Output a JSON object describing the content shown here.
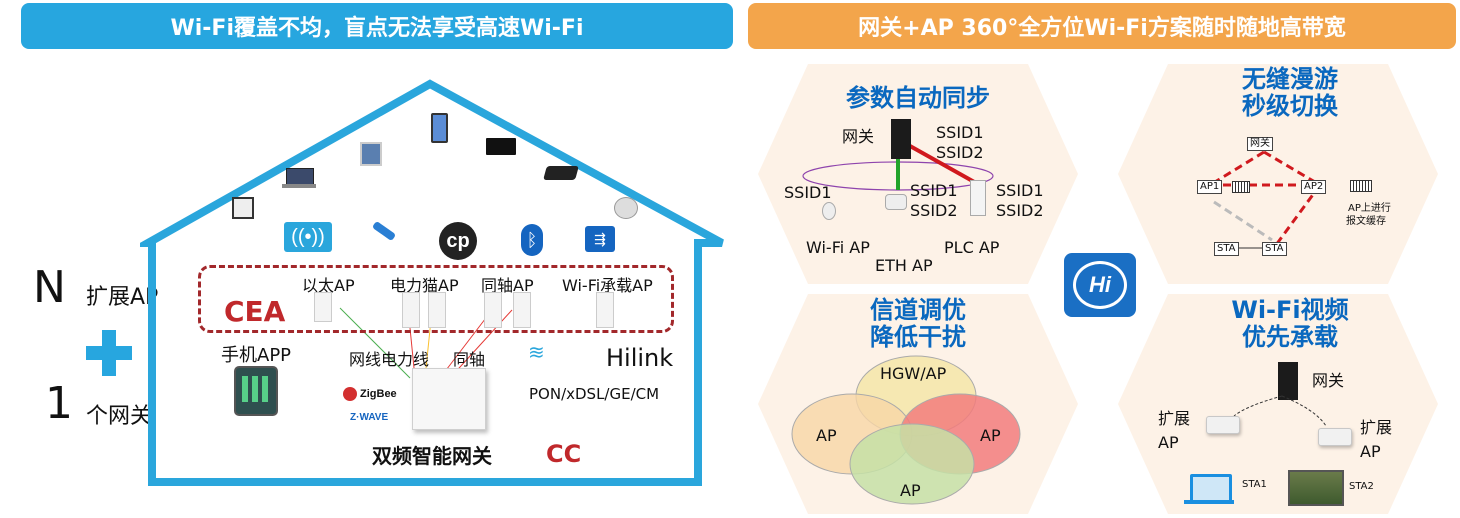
{
  "left_banner": {
    "title": "Wi-Fi覆盖不均，盲点无法享受高速Wi-Fi"
  },
  "right_banner": {
    "title": "网关+AP 360°全方位Wi-Fi方案随时随地高带宽"
  },
  "left_side": {
    "n_letter": "N",
    "n_text": "扩展AP",
    "one_letter": "1",
    "one_text": "个网关"
  },
  "house": {
    "cea_label": "CEA",
    "cc_label": "CC",
    "ap_labels": [
      "以太AP",
      "电力猫AP",
      "同轴AP",
      "Wi-Fi承载AP"
    ],
    "app_label": "手机APP",
    "wire_label": "网线电力线",
    "coax_label": "同轴",
    "hilink_label": "Hilink",
    "uplink_label": "PON/xDSL/GE/CM",
    "gateway_label": "双频智能网关",
    "zigbee": "ZigBee",
    "zwave": "Z·WAVE"
  },
  "panel_sync": {
    "title": "参数自动同步",
    "gateway": "网关",
    "ssid1": "SSID1",
    "ssid2": "SSID2",
    "ssid1_left": "SSID1",
    "eth_ssid1": "SSID1",
    "eth_ssid2": "SSID2",
    "plc_ssid1": "SSID1",
    "plc_ssid2": "SSID2",
    "wifi_ap": "Wi-Fi AP",
    "eth_ap": "ETH AP",
    "plc_ap": "PLC AP"
  },
  "panel_roam": {
    "title_line1": "无缝漫游",
    "title_line2": "秒级切换",
    "gateway": "网关",
    "ap1": "AP1",
    "ap2": "AP2",
    "note_line1": "AP上进行",
    "note_line2": "报文缓存",
    "sta_from": "STA",
    "sta_to": "STA"
  },
  "panel_channel": {
    "title_line1": "信道调优",
    "title_line2": "降低干扰",
    "hgw": "HGW/AP",
    "ap_left": "AP",
    "ap_right": "AP",
    "ap_bottom": "AP"
  },
  "panel_video": {
    "title_line1": "Wi-Fi视频",
    "title_line2": "优先承载",
    "gateway": "网关",
    "ext_left_1": "扩展",
    "ext_left_2": "AP",
    "ext_right_1": "扩展",
    "ext_right_2": "AP",
    "sta1": "STA1",
    "sta2": "STA2"
  },
  "center_logo": {
    "text": "Hi"
  },
  "colors": {
    "banner_blue": "#27a6df",
    "banner_orange": "#f3a54b",
    "title_blue": "#0a68bf",
    "house_blue": "#2aa6dc",
    "cea_red": "#c0282b",
    "hex_fill": "#fdf2e7"
  }
}
